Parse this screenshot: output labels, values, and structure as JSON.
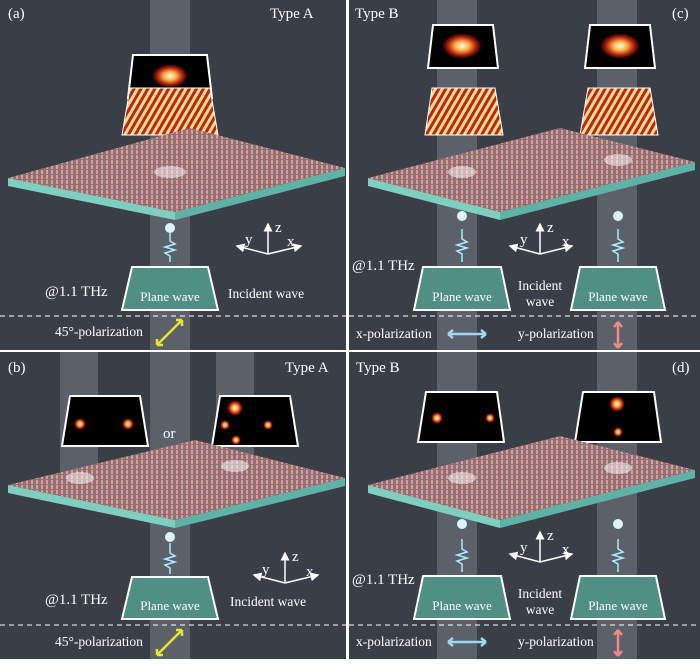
{
  "panels": {
    "a": {
      "label": "(a)",
      "type": "Type A",
      "freq": "@1.1 THz",
      "source": "Plane wave",
      "incident": "Incident wave",
      "polarization": "45°-polarization"
    },
    "b": {
      "label": "(b)",
      "type": "Type A",
      "or": "or",
      "freq": "@1.1 THz",
      "source": "Plane wave",
      "incident": "Incident wave",
      "polarization": "45°-polarization"
    },
    "c": {
      "label": "(c)",
      "type": "Type B",
      "freq": "@1.1 THz",
      "source": "Plane wave",
      "incident1": "Incident",
      "incident2": "wave",
      "pol_x": "x-polarization",
      "pol_y": "y-polarization"
    },
    "d": {
      "label": "(d)",
      "type": "Type B",
      "freq": "@1.1 THz",
      "source": "Plane wave",
      "incident1": "Incident",
      "incident2": "wave",
      "pol_x": "x-polarization",
      "pol_y": "y-polarization"
    }
  },
  "axes": {
    "x": "x",
    "y": "y",
    "z": "z"
  },
  "colors": {
    "background": "#393e47",
    "metasurface_top": "#c98a8a",
    "metasurface_edge": "#7fcfc0",
    "plane_wave": "#4f8f84",
    "pol_45": "#e6e62a",
    "pol_x": "#9fd6f0",
    "pol_y": "#f08a8a"
  }
}
